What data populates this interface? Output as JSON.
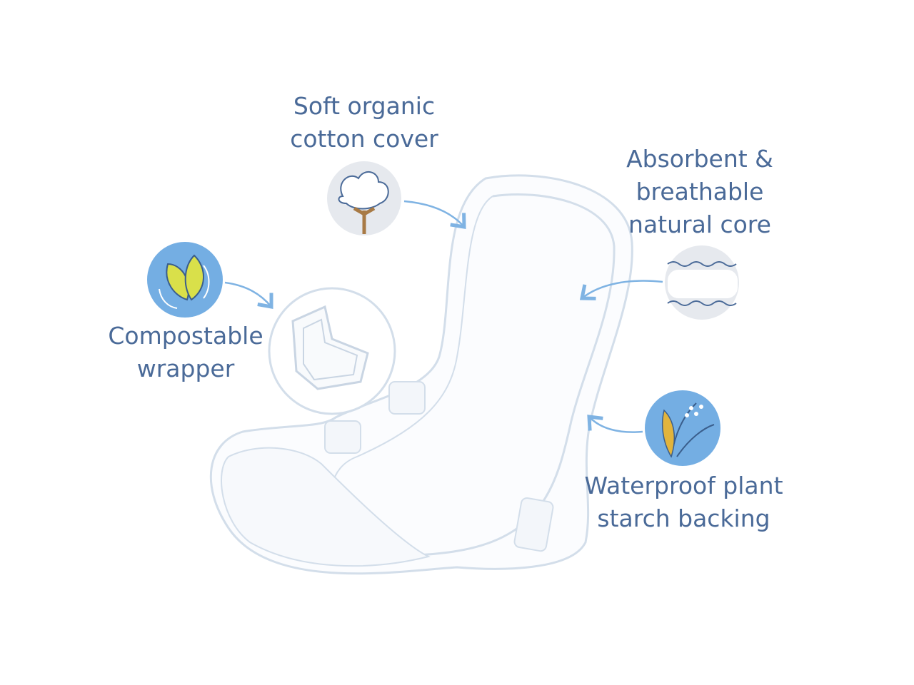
{
  "labels": {
    "cotton": [
      "Soft organic",
      "cotton cover"
    ],
    "core": [
      "Absorbent &",
      "breathable",
      "natural core"
    ],
    "wrapper": [
      "Compostable",
      "wrapper"
    ],
    "backing": [
      "Waterproof plant",
      "starch backing"
    ]
  },
  "colors": {
    "text": "#4a6a98",
    "icon_blue": "#74aee3",
    "icon_grey": "#e6e9ee",
    "arrow": "#7fb3e3",
    "pad_outline": "#d3deea",
    "leaf": "#d9e04a",
    "wheat": "#e2b43c"
  }
}
